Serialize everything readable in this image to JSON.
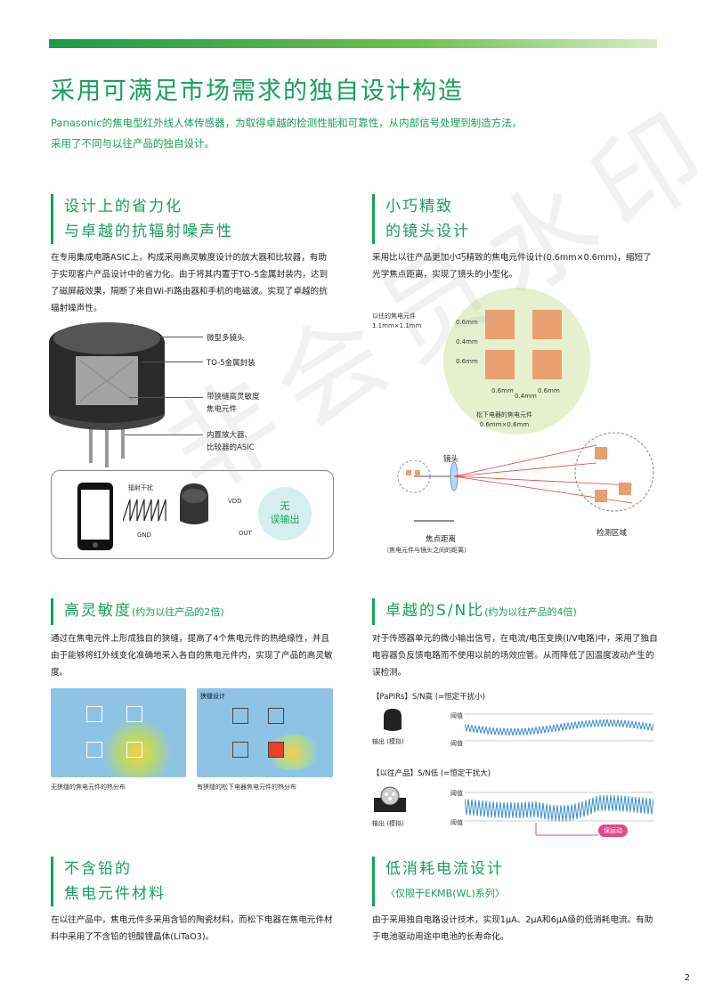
{
  "header": {
    "title": "采用可满足市场需求的独自设计构造",
    "intro_line1": "Panasonic的焦电型红外线人体传感器，为取得卓越的检测性能和可靠性，从内部信号处理到制造方法，",
    "intro_line2": "采用了不同与以往产品的独自设计。"
  },
  "sections": {
    "s1": {
      "title_line1": "设计上的省力化",
      "title_line2": "与卓越的抗辐射噪声性",
      "body": "在专用集成电路ASIC上，构成采用高灵敏度设计的放大器和比较器，有助于实现客户产品设计中的省力化。由于将其内置于TO-5金属封装内，达到了磁屏蔽效果，隔断了来自Wi-Fi路由器和手机的电磁波。实现了卓越的抗辐射噪声性。",
      "labels": [
        "微型多镜头",
        "TO-5金属封装",
        "带狭缝高灵敏度",
        "焦电元件",
        "内置放大器、",
        "比较器的ASIC"
      ],
      "panel": {
        "noise": "辐射干扰",
        "vdd": "VDD",
        "gnd": "GND",
        "out": "OUT",
        "badge1": "无",
        "badge2": "误输出"
      }
    },
    "s2": {
      "title_line1": "小巧精致",
      "title_line2": "的镜头设计",
      "body": "采用比以往产品更加小巧精致的焦电元件设计(0.6mm×0.6mm)，缩短了光学焦点距离，实现了镜头的小型化。",
      "old_label1": "以往的焦电元件",
      "old_label2": "1.1mm×1.1mm",
      "dims": [
        "0.6mm",
        "0.4mm",
        "0.6mm",
        "0.6mm",
        "0.4mm",
        "0.6mm"
      ],
      "new_label1": "松下电器的焦电元件",
      "new_label2": "0.6mm×0.6mm",
      "lens": "镜头",
      "focus1": "焦点距离",
      "focus2": "（焦电元件与镜头之间的距离）",
      "detect": "检测区域"
    },
    "s3": {
      "title": "高灵敏度",
      "title_note": "(约为以往产品的2倍)",
      "body": "通过在焦电元件上形成独自的狭缝，提高了4个焦电元件的热绝缘性，并且由于能够将红外线变化准确地采入各自的焦电元件内，实现了产品的高灵敏度。",
      "slit_label": "狭缝设计",
      "cap_left": "无狭缝的焦电元件的热分布",
      "cap_right": "有狭缝的松下电器焦电元件的热分布"
    },
    "s4": {
      "title": "卓越的S/N比",
      "title_note": "(约为以往产品的4倍)",
      "body": "对于传感器单元的微小输出信号，在电流/电压变换(I/V电路)中，采用了独自电容器负反馈电路而不使用以前的场效应管。从而降低了因温度波动产生的误检测。",
      "row1_label": "【PaPIRs】S/N高 (=恒定干扰小)",
      "row2_label": "【以往产品】S/N低 (=恒定干扰大)",
      "threshold": "阈值",
      "output": "输出 (模拟)",
      "false_detect": "误运动"
    },
    "s5": {
      "title_line1": "不含铅的",
      "title_line2": "焦电元件材料",
      "body": "在以往产品中，焦电元件多采用含铅的陶瓷材料，而松下电器在焦电元件材料中采用了不含铅的钽酸锂晶体(LiTaO3)。"
    },
    "s6": {
      "title": "低消耗电流设计",
      "subtitle": "〈仅限于EKMB(WL)系列〉",
      "body": "由于采用独自电路设计技术，实现1μA、2μA和6μA级的低消耗电流。有助于电池驱动用途中电池的长寿命化。"
    }
  },
  "watermark": "非会员水印",
  "page_number": "2",
  "colors": {
    "accent": "#18a05a",
    "heat": "#7fb8e0",
    "chip": "#e8a070"
  }
}
